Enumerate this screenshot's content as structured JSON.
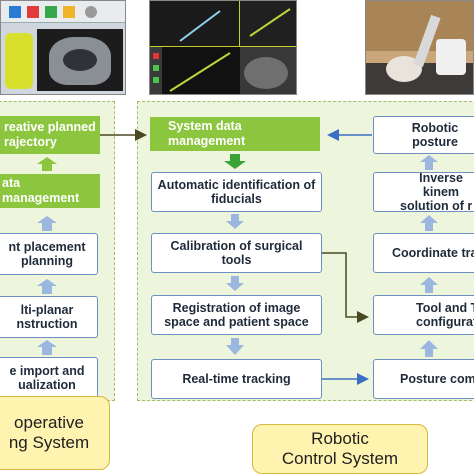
{
  "left_system": {
    "planned_label_line1": "reative planned",
    "planned_label_line2": "rajectory",
    "data_mgmt_label": "ata management",
    "steps": [
      {
        "line1": "nt placement",
        "line2": "planning"
      },
      {
        "line1": "lti-planar",
        "line2": "nstruction"
      },
      {
        "line1": "e import and",
        "line2": "ualization"
      }
    ],
    "title_line1": "operative",
    "title_line2": "ng System"
  },
  "robotic_system": {
    "system_data_mgmt_label": "System data management",
    "steps": [
      {
        "line1": "Automatic identification of",
        "line2": "fiducials"
      },
      {
        "line1": "Calibration of surgical",
        "line2": "tools"
      },
      {
        "line1": "Registration of image",
        "line2": "space and patient space"
      },
      {
        "line1": "Real-time tracking",
        "line2": ""
      }
    ],
    "right_steps": [
      {
        "line1": "Robotic posture",
        "line2": ""
      },
      {
        "line1": "Inverse kinem",
        "line2": "solution of r"
      },
      {
        "line1": "Coordinate tra",
        "line2": ""
      },
      {
        "line1": "Tool and T",
        "line2": "configurat"
      },
      {
        "line1": "Posture com",
        "line2": ""
      }
    ],
    "title_line1": "Robotic",
    "title_line2": "Control System"
  },
  "colors": {
    "panel_bg": "#eef5dd",
    "green": "#8cc63f",
    "box_border": "#6e8fbf",
    "blue_arrow": "#9bb7df",
    "dark_arrow": "#4a4a20",
    "title_bg": "#fff3b0"
  }
}
